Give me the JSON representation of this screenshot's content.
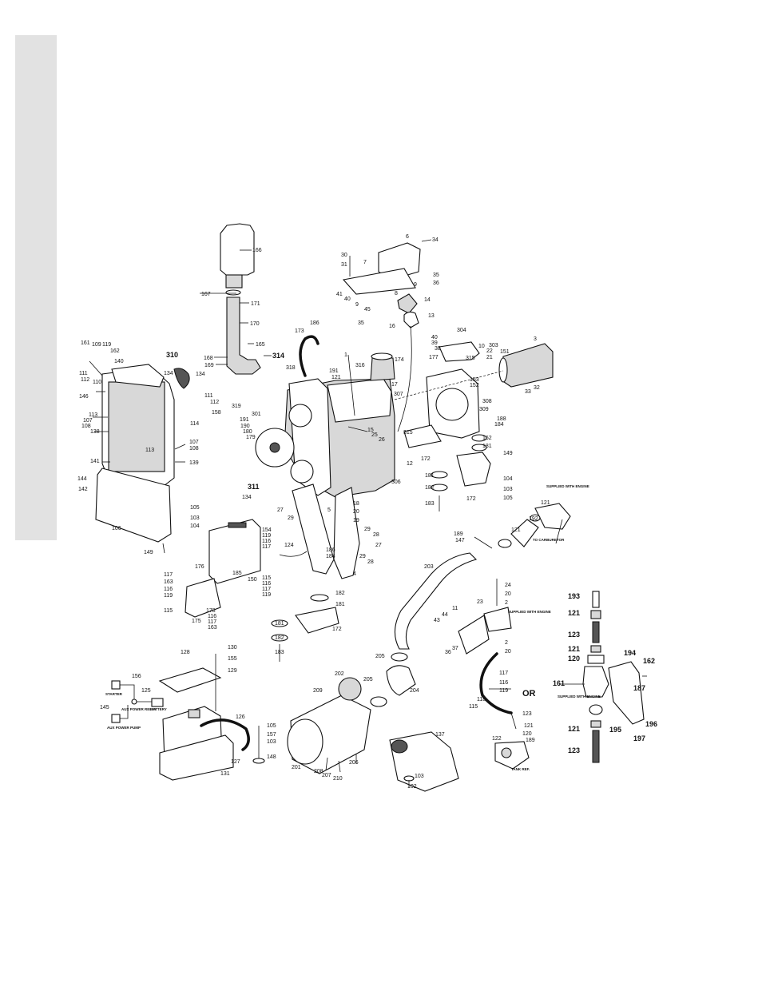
{
  "parts": {
    "filter_top": [
      "166",
      "167",
      "171",
      "170",
      "165",
      "168",
      "169",
      "314"
    ],
    "radiator": [
      "161",
      "109",
      "119",
      "162",
      "140",
      "310",
      "134",
      "111",
      "112",
      "110",
      "146",
      "113",
      "107",
      "108",
      "138",
      "158",
      "114",
      "141",
      "139",
      "144",
      "142",
      "106",
      "149",
      "105",
      "103",
      "104"
    ],
    "engine": [
      "173",
      "186",
      "1",
      "316",
      "174",
      "318",
      "191",
      "121",
      "17",
      "307",
      "319",
      "301",
      "190",
      "180",
      "179",
      "15",
      "25",
      "26",
      "315",
      "12",
      "172",
      "311",
      "306",
      "27",
      "29",
      "5",
      "18",
      "20",
      "19",
      "4",
      "28",
      "124",
      "186",
      "184",
      "182",
      "181",
      "183"
    ],
    "controller": [
      "30",
      "31",
      "7",
      "6",
      "34",
      "35",
      "36",
      "41",
      "40",
      "9",
      "8",
      "14",
      "45",
      "16",
      "35",
      "13"
    ],
    "pump": [
      "40",
      "39",
      "38",
      "177",
      "304",
      "10",
      "303",
      "22",
      "21",
      "151",
      "3",
      "153",
      "152",
      "33",
      "32",
      "308",
      "309",
      "188",
      "184",
      "181",
      "162",
      "149",
      "104",
      "103",
      "105",
      "172",
      "183",
      "182"
    ],
    "intake": [
      "121",
      "192",
      "189",
      "147",
      "203",
      "205",
      "204",
      "202",
      "209",
      "201",
      "206",
      "208",
      "207",
      "210"
    ],
    "electrical": [
      "176",
      "154",
      "119",
      "116",
      "117",
      "185",
      "150",
      "115",
      "116",
      "117",
      "119",
      "163",
      "178",
      "175",
      "117",
      "163",
      "116",
      "119",
      "115",
      "128",
      "130",
      "155",
      "129",
      "156",
      "125",
      "145",
      "126",
      "105",
      "157",
      "103",
      "148",
      "127",
      "131",
      "137",
      "103",
      "102"
    ],
    "fuel": [
      "24",
      "20",
      "2",
      "23",
      "11",
      "43",
      "44",
      "36",
      "37",
      "2",
      "20",
      "117",
      "116",
      "119",
      "118",
      "115",
      "123",
      "121",
      "120",
      "122",
      "189",
      "193",
      "121",
      "123",
      "121",
      "120",
      "194",
      "162",
      "161",
      "187",
      "195",
      "121",
      "197",
      "196",
      "123"
    ]
  },
  "notes": {
    "supplied_with_engine": "SUPPLIED WITH ENGINE",
    "to_carburetor": "TO CARBURETOR",
    "or": "OR",
    "tank_ref": "TANK REF.",
    "starter": "STARTER",
    "aux_power_relay": "AUX POWER RELAY",
    "battery": "BATTERY",
    "aux_power_pump": "AUX POWER PUMP"
  }
}
